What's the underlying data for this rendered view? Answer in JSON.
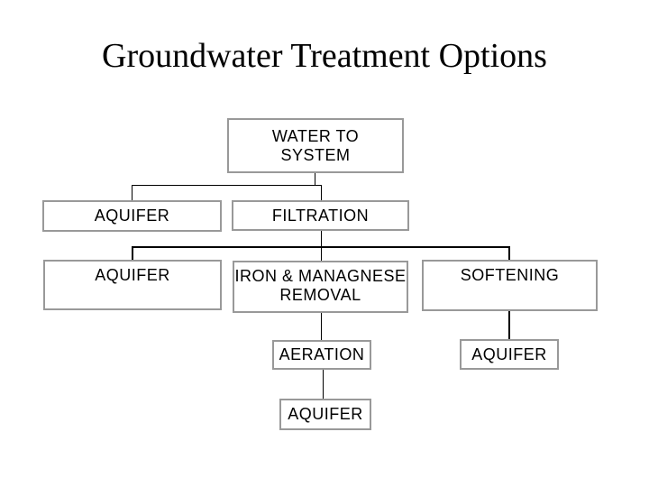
{
  "slide": {
    "title": "Groundwater Treatment Options"
  },
  "colors": {
    "background": "#ffffff",
    "box_border": "#999999",
    "box_fill": "#ffffff",
    "connector": "#000000",
    "text": "#000000"
  },
  "nodes": {
    "water_to_system": {
      "line1": "WATER TO",
      "line2": "SYSTEM"
    },
    "aquifer_left": {
      "label": "AQUIFER"
    },
    "filtration": {
      "label": "FILTRATION"
    },
    "aquifer_row3": {
      "label": "AQUIFER"
    },
    "iron_managnese_removal": {
      "line1": "IRON & MANAGNESE",
      "line2": "REMOVAL"
    },
    "softening": {
      "label": "SOFTENING"
    },
    "aeration": {
      "label": "AERATION"
    },
    "aquifer_under_softening": {
      "label": "AQUIFER"
    },
    "aquifer_under_aeration": {
      "label": "AQUIFER"
    }
  },
  "hierarchy": [
    {
      "parent": "WATER TO SYSTEM",
      "children": [
        "AQUIFER",
        "FILTRATION"
      ]
    },
    {
      "parent": "FILTRATION",
      "children": [
        "AQUIFER",
        "IRON & MANAGNESE REMOVAL",
        "SOFTENING"
      ]
    },
    {
      "parent": "IRON & MANAGNESE REMOVAL",
      "children": [
        "AERATION"
      ]
    },
    {
      "parent": "AERATION",
      "children": [
        "AQUIFER"
      ]
    },
    {
      "parent": "SOFTENING",
      "children": [
        "AQUIFER"
      ]
    }
  ]
}
